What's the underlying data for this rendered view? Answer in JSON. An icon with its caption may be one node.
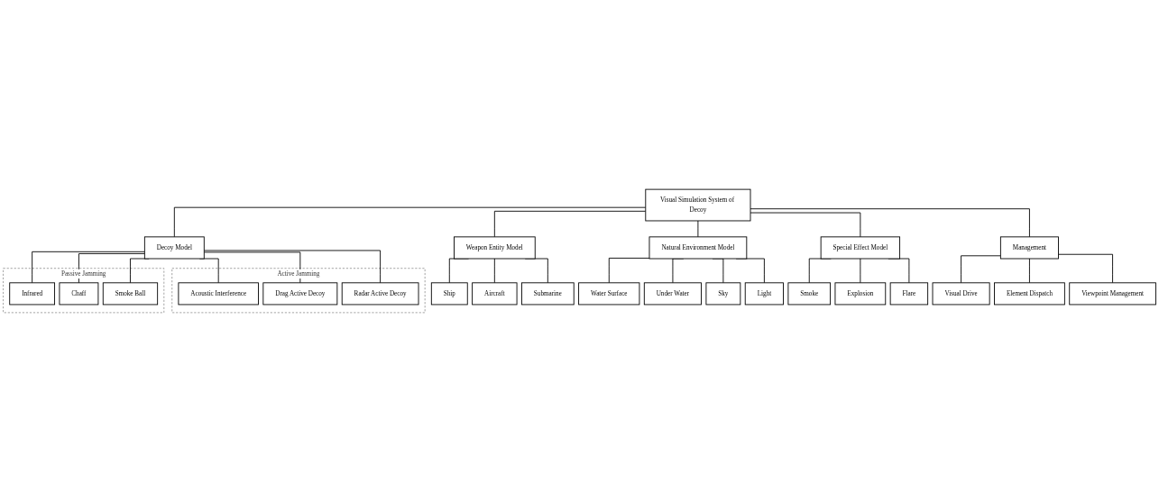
{
  "diagram": {
    "nodes": [
      {
        "text": [
          "Visual Simulation System of Decoy"
        ]
      },
      {
        "text": [
          "Decoy Model"
        ]
      },
      {
        "text": [
          "Weapon Entity Model"
        ]
      },
      {
        "text": [
          "Natural Environment Model"
        ]
      },
      {
        "text": [
          "Special Effect Model"
        ]
      },
      {
        "text": [
          "Management"
        ]
      },
      {
        "text": [
          "Passive Jamming"
        ]
      },
      {
        "text": [
          "Infrared"
        ],
        "in": 6
      },
      {
        "text": [
          "Chaff"
        ],
        "in": 6
      },
      {
        "text": [
          "Smoke Ball"
        ],
        "in": 6
      },
      {
        "text": [
          "Active Jamming"
        ]
      },
      {
        "text": [
          "Acoustic Interference"
        ],
        "in": 10
      },
      {
        "text": [
          "Drag Active Decoy"
        ],
        "in": 10
      },
      {
        "text": [
          "Radar Active Decoy"
        ],
        "in": 10
      },
      {
        "text": [
          "Ship"
        ]
      },
      {
        "text": [
          "Aircraft"
        ]
      },
      {
        "text": [
          "Submarine"
        ]
      },
      {
        "text": [
          "Water Surface"
        ]
      },
      {
        "text": [
          "Under Water"
        ]
      },
      {
        "text": [
          "Sky"
        ]
      },
      {
        "text": [
          "Light"
        ]
      },
      {
        "text": [
          "Smoke"
        ]
      },
      {
        "text": [
          "Explosion"
        ]
      },
      {
        "text": [
          "Flare"
        ]
      },
      {
        "text": [
          "Visual Drive"
        ]
      },
      {
        "text": [
          "Element Dispatch"
        ]
      },
      {
        "text": [
          "Viewpoint Management"
        ]
      }
    ],
    "edges": [
      {
        "from": 0,
        "to": 1,
        "arrow": "none"
      },
      {
        "from": 0,
        "to": 2,
        "arrow": "none"
      },
      {
        "from": 0,
        "to": 3,
        "arrow": "none"
      },
      {
        "from": 0,
        "to": 4,
        "arrow": "none"
      },
      {
        "from": 0,
        "to": 5,
        "arrow": "none"
      },
      {
        "from": 1,
        "to": 7,
        "arrow": "none"
      },
      {
        "from": 1,
        "to": 8,
        "arrow": "none"
      },
      {
        "from": 1,
        "to": 9,
        "arrow": "none"
      },
      {
        "from": 1,
        "to": 11,
        "arrow": "none"
      },
      {
        "from": 1,
        "to": 12,
        "arrow": "none"
      },
      {
        "from": 1,
        "to": 13,
        "arrow": "none"
      },
      {
        "from": 2,
        "to": 14,
        "arrow": "none"
      },
      {
        "from": 2,
        "to": 15,
        "arrow": "none"
      },
      {
        "from": 2,
        "to": 16,
        "arrow": "none"
      },
      {
        "from": 3,
        "to": 17,
        "arrow": "none"
      },
      {
        "from": 3,
        "to": 18,
        "arrow": "none"
      },
      {
        "from": 3,
        "to": 19,
        "arrow": "none"
      },
      {
        "from": 3,
        "to": 20,
        "arrow": "none"
      },
      {
        "from": 4,
        "to": 21,
        "arrow": "none"
      },
      {
        "from": 4,
        "to": 22,
        "arrow": "none"
      },
      {
        "from": 4,
        "to": 23,
        "arrow": "none"
      },
      {
        "from": 5,
        "to": 24,
        "arrow": "none"
      },
      {
        "from": 5,
        "to": 25,
        "arrow": "none"
      },
      {
        "from": 5,
        "to": 26,
        "arrow": "none"
      }
    ]
  }
}
